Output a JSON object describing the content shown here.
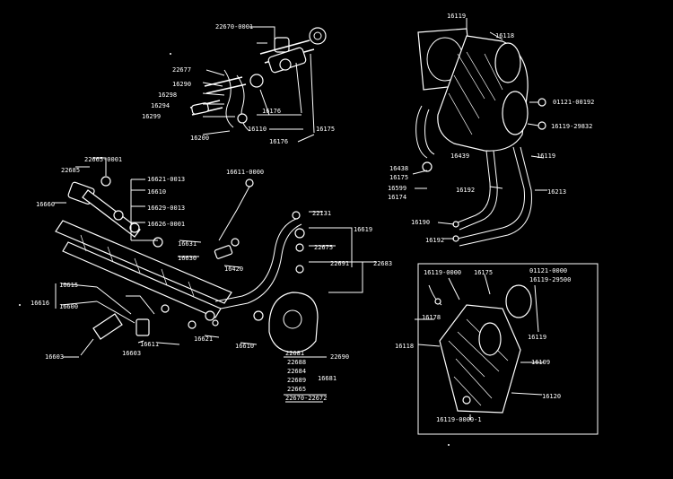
{
  "labels": {
    "top_hose_fitting": "22670-0001",
    "top_hose_a": "22677",
    "top_hose_b": "16290",
    "top_hose_c": "16298",
    "top_hose_d": "16294",
    "top_hose_e": "16299",
    "top_damper_a": "16200",
    "top_damper_b": "16176",
    "top_damper_c": "16110",
    "top_damper_d": "16175",
    "throttle_top": "16119",
    "throttle_main": "16118",
    "throttle_bolt_1": "01121-00192",
    "throttle_bolt_2": "16119-29832",
    "throttle_clip": "16439",
    "throttle_hose_a": "16438",
    "throttle_hose_b": "16599",
    "throttle_hose_c": "16192",
    "throttle_hose_d": "16190",
    "throttle_side_1": "16119",
    "throttle_side_2": "16175",
    "throttle_side_3": "16174",
    "throttle_side_4": "16213",
    "rail_bolt": "22665-0001",
    "rail_nut": "22685",
    "rail_end": "16660",
    "rail_parts_1": "16621-0013",
    "rail_parts_2": "16610",
    "rail_parts_3": "16629-0013",
    "rail_parts_4": "16626-0001",
    "rail_hose_1": "16631",
    "rail_hose_2": "16630",
    "rail_pipe": "16420",
    "rail_top_fitting": "16611-0000",
    "regulator_1": "22131",
    "regulator_2": "16619",
    "regulator_3": "22675",
    "regulator_4": "22691",
    "regulator_5": "22683",
    "regulator_6": "22690",
    "regulator_7": "16681",
    "left_bracket_1": "16615",
    "left_bracket_2": "16616",
    "left_injector_a": "16600",
    "left_injector_b": "16603",
    "left_injector_c": "16611",
    "left_injector_d": "16603",
    "bottom_small_1": "16621",
    "bottom_small_2": "16610",
    "reg_list_1": "22681",
    "reg_list_2": "22688",
    "reg_list_3": "22684",
    "reg_list_4": "22689",
    "reg_list_5": "22665",
    "reg_list_6": "22670-22672",
    "inset_tl": "16119-0000",
    "inset_tm": "16175",
    "inset_tr_1": "01121-0000",
    "inset_tr_2": "16119-29500",
    "inset_l_1": "16178",
    "inset_l_2": "16118",
    "inset_m": "16119",
    "inset_r_1": "16109",
    "inset_r_2": "16120",
    "inset_bottom": "16119-0000-1"
  }
}
